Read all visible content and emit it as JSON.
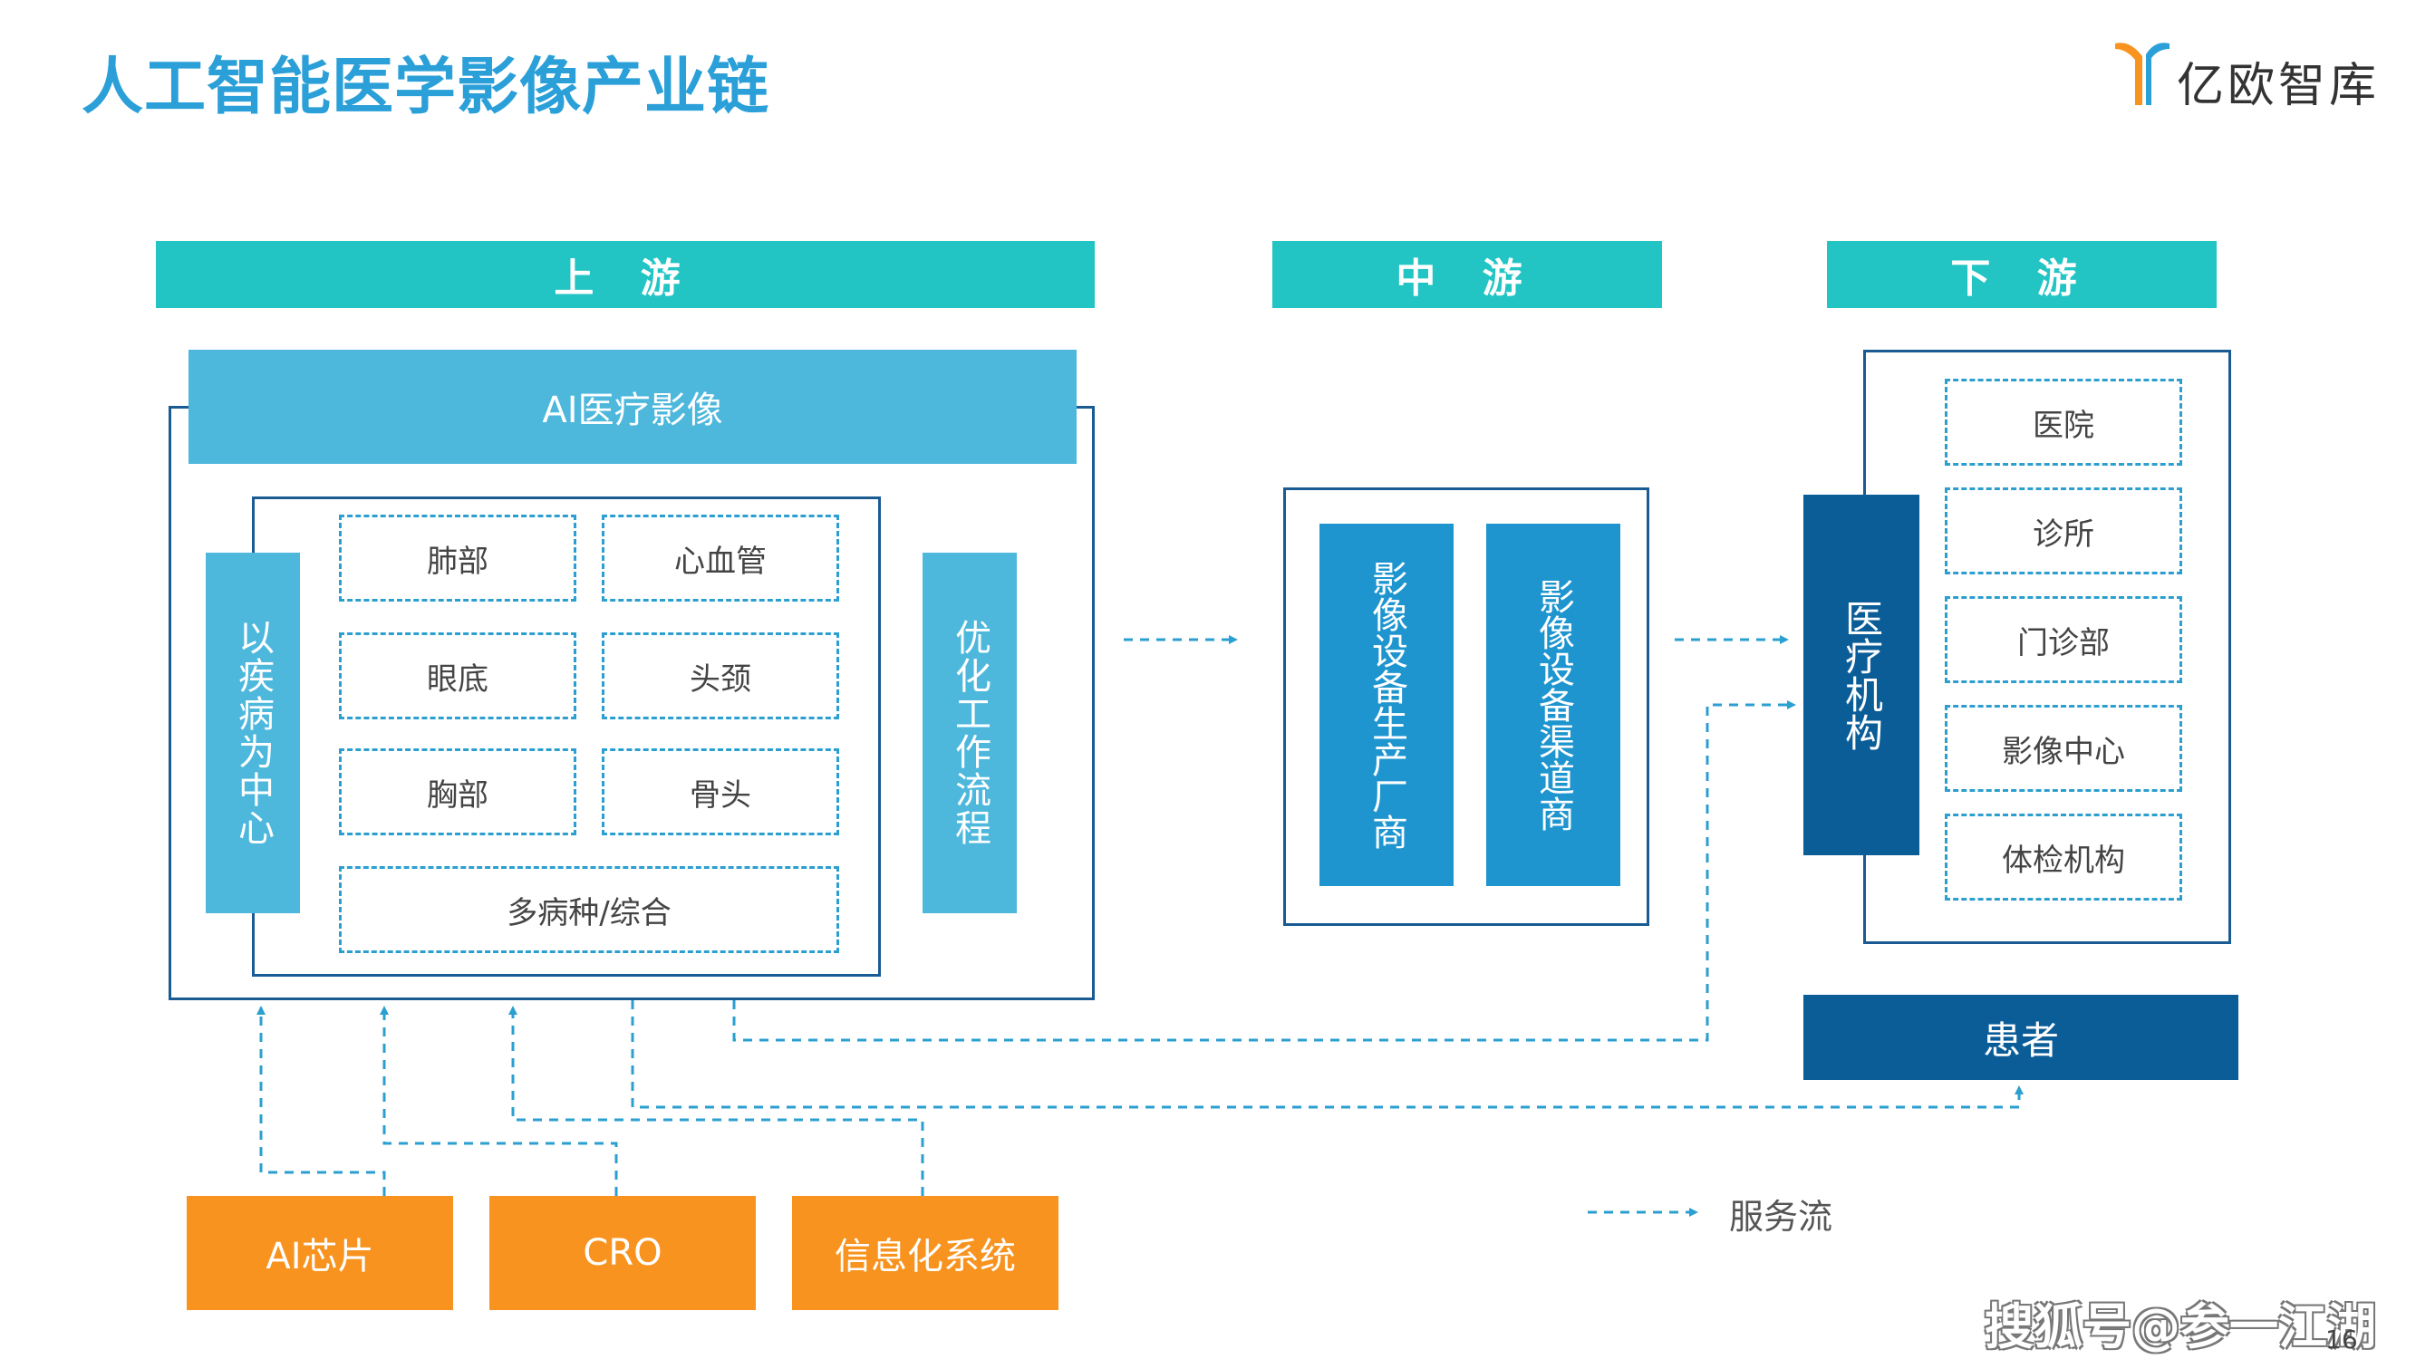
{
  "title": "人工智能医学影像产业链",
  "logo": {
    "text": "亿欧智库",
    "icon": "yiou-logo-icon",
    "colors": [
      "#f7931e",
      "#2a9fd8"
    ]
  },
  "sections": {
    "upstream": "上 游",
    "midstream": "中 游",
    "downstream": "下 游"
  },
  "upstream": {
    "banner": "AI医疗影像",
    "left_bar": "以疾病为中心",
    "right_bar": "优化工作流程",
    "cells": [
      "肺部",
      "心血管",
      "眼底",
      "头颈",
      "胸部",
      "骨头"
    ],
    "wide_cell": "多病种/综合"
  },
  "midstream": {
    "items": [
      "影像设备生产厂商",
      "影像设备渠道商"
    ]
  },
  "downstream": {
    "bar": "医疗机构",
    "items": [
      "医院",
      "诊所",
      "门诊部",
      "影像中心",
      "体检机构"
    ],
    "patient": "患者"
  },
  "suppliers": [
    "AI芯片",
    "CRO",
    "信息化系统"
  ],
  "legend": {
    "label": "服务流",
    "icon": "dashed-arrow-icon"
  },
  "watermark": "搜狐号@参一江湖",
  "page_number": "16",
  "colors": {
    "title": "#2a9fd8",
    "header": "#22c4c4",
    "light_blue": "#4db8dc",
    "mid_blue": "#1e95cf",
    "dark_blue": "#0b5d98",
    "outline": "#1a5b93",
    "orange": "#f7931e",
    "dash": "#2b9fd0"
  }
}
